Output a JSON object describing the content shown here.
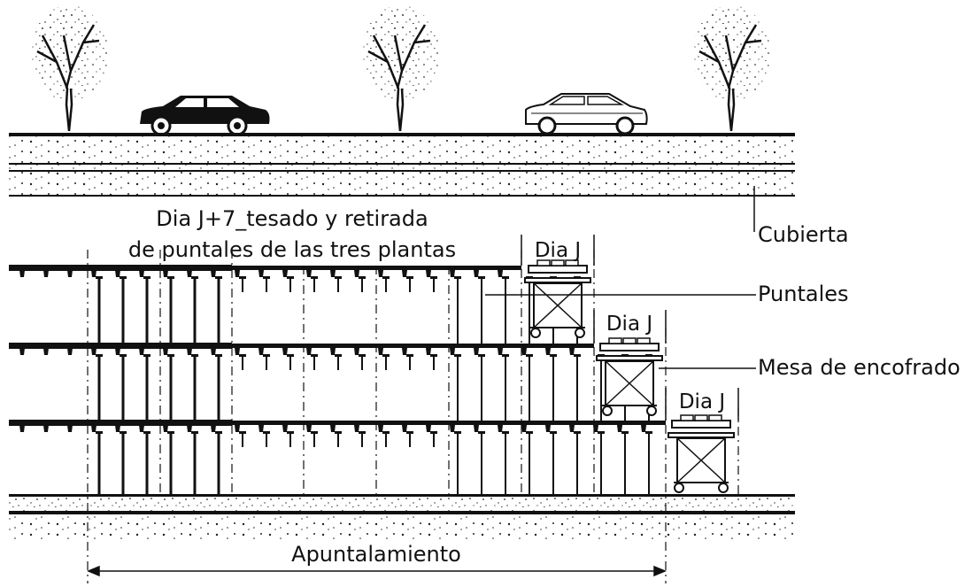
{
  "labels": {
    "phase_title_line1": "Dia J+7_tesado y retirada",
    "phase_title_line2": "de puntales de las tres plantas",
    "day_label_1": "Dia J",
    "day_label_2": "Dia J",
    "day_label_3": "Dia J",
    "cubierta": "Cubierta",
    "puntales": "Puntales",
    "mesa_encofrado": "Mesa de encofrado",
    "apuntalamiento": "Apuntalamiento"
  },
  "colors": {
    "ink": "#111111",
    "paper": "#ffffff"
  },
  "icons": {
    "tree": "tree-icon",
    "car": "car-icon",
    "formwork_table": "formwork-table-icon",
    "prop": "prop-icon"
  }
}
